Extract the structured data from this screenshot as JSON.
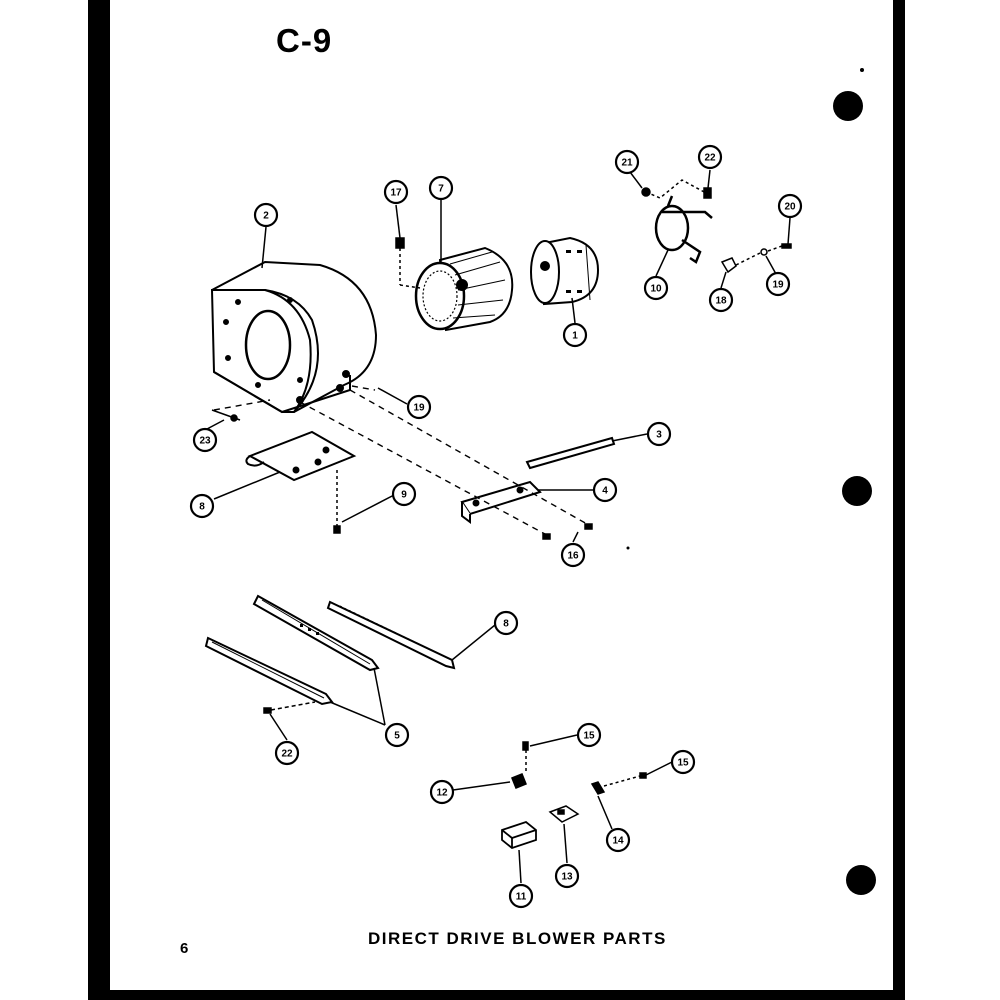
{
  "page_label": "C-9",
  "page_number": "6",
  "caption": "DIRECT DRIVE BLOWER PARTS",
  "callouts": [
    {
      "id": "c1",
      "label": "1"
    },
    {
      "id": "c2",
      "label": "2"
    },
    {
      "id": "c3",
      "label": "3"
    },
    {
      "id": "c4",
      "label": "4"
    },
    {
      "id": "c5",
      "label": "5"
    },
    {
      "id": "c6",
      "label": "8"
    },
    {
      "id": "c7",
      "label": "7"
    },
    {
      "id": "c8a",
      "label": "8"
    },
    {
      "id": "c9",
      "label": "9"
    },
    {
      "id": "c10",
      "label": "10"
    },
    {
      "id": "c11",
      "label": "11"
    },
    {
      "id": "c12",
      "label": "12"
    },
    {
      "id": "c13",
      "label": "13"
    },
    {
      "id": "c14",
      "label": "14"
    },
    {
      "id": "c15a",
      "label": "15"
    },
    {
      "id": "c15b",
      "label": "15"
    },
    {
      "id": "c16",
      "label": "16"
    },
    {
      "id": "c17",
      "label": "17"
    },
    {
      "id": "c18",
      "label": "18"
    },
    {
      "id": "c19a",
      "label": "19"
    },
    {
      "id": "c19b",
      "label": "19"
    },
    {
      "id": "c20",
      "label": "20"
    },
    {
      "id": "c21",
      "label": "21"
    },
    {
      "id": "c22a",
      "label": "22"
    },
    {
      "id": "c22b",
      "label": "22"
    },
    {
      "id": "c23",
      "label": "23"
    }
  ]
}
